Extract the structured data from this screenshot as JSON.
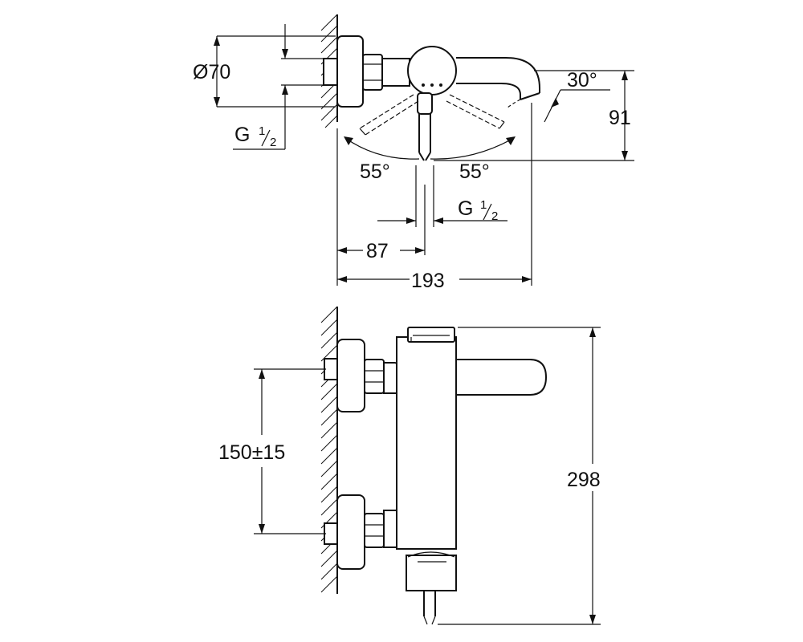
{
  "top_view": {
    "diameter_label": "Ø70",
    "thread_left": {
      "base": "G",
      "num": "1",
      "den": "2"
    },
    "angle_right": "30°",
    "height_label": "91",
    "angle_left_swivel": "55°",
    "angle_right_swivel": "55°",
    "thread_center": {
      "base": "G",
      "num": "1",
      "den": "2"
    },
    "dim_87": "87",
    "dim_193": "193"
  },
  "front_view": {
    "spacing_label": "150±15",
    "height_label": "298"
  }
}
